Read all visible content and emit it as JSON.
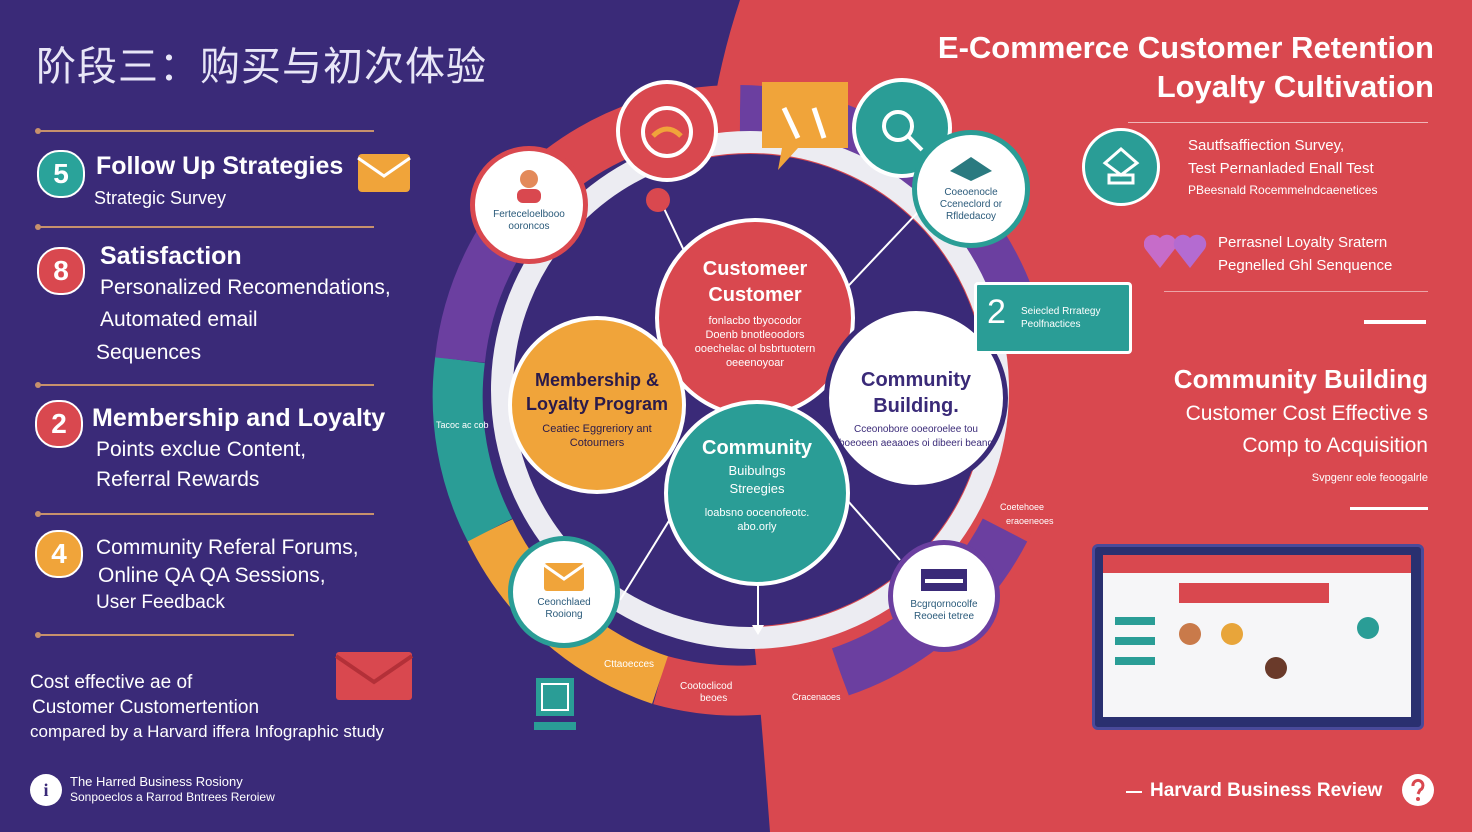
{
  "left_title": "阶段三：购买与初次体验",
  "left_items": [
    {
      "number": "5",
      "color": "#2aa39a",
      "heading": "Follow Up Strategies",
      "lines": [
        "Strategic Survey"
      ]
    },
    {
      "number": "8",
      "color": "#d9484f",
      "heading": "Satisfaction",
      "lines": [
        "Personalized Recomendations,",
        "Automated email",
        "Sequences"
      ]
    },
    {
      "number": "2",
      "color": "#d9484f",
      "heading": "Membership and Loyalty",
      "lines": [
        "Points exclue Content,",
        "Referral Rewards"
      ]
    },
    {
      "number": "4",
      "color": "#f0a43a",
      "heading": "",
      "lines": [
        "Community Referal Forums,",
        "Online QA QA Sessions,",
        "User Feedback"
      ]
    }
  ],
  "left_footer": [
    "Cost effective ae of",
    "Customer Customertention",
    "compared by a Harvard iffera Infographic study"
  ],
  "left_brand": [
    "The Harred Business Rosiony",
    "Sonpoeclos a Rarrod Bntrees Reroiew"
  ],
  "right_title": [
    "E-Commerce Customer Retention",
    "Loyalty Cultivation"
  ],
  "right_block1": [
    "Sautfsaffiection Survey,",
    "Test Pernanladed Enall Test",
    "PBeesnald Rocemmelndcaenetices"
  ],
  "right_block2": [
    "Perrasnel Loyalty Sratern",
    "Pegnelled Ghl Senquence"
  ],
  "right_callout": [
    "Seiecled Rrrategy",
    "Peolfnactices"
  ],
  "right_community": {
    "heading": "Community Building",
    "lines": [
      "Customer Cost Effective s",
      "Comp to Acquisition"
    ],
    "small": "Svpgenr eole feoogalrle"
  },
  "right_brand": "Harvard Business Review",
  "center": {
    "top": {
      "title": [
        "Customeer",
        "Customer"
      ],
      "lines": [
        "fonlacbo tbyocodor",
        "Doenb bnotleoodors",
        "ooechelac ol bsbrtuotern",
        "oeeenoyoar"
      ]
    },
    "left": {
      "title": [
        "Membership &",
        "Loyalty Program"
      ],
      "lines": [
        "Ceatiec Eggreriory ant",
        "Cotourners"
      ]
    },
    "right": {
      "title": [
        "Community",
        "Building."
      ],
      "lines": [
        "Cceonobore ooeoroelee tou",
        "boeoeen aeaaoes oi dibeeri beang"
      ]
    },
    "bottom": {
      "title": [
        "Community"
      ],
      "lines": [
        "Buibulngs",
        "Streegies",
        "loabsno oocenofeotc.",
        "abo.orly"
      ]
    }
  },
  "badges": {
    "top_left": [
      "Ferteceloelbooo",
      "ooroncos"
    ],
    "top_right": [
      "Coeoenocle",
      "Cceneclord or",
      "Rfldedacoy"
    ],
    "bottom_left": [
      "Ceonchlaed",
      "Rooiong"
    ],
    "bottom_right": [
      "Bcgrqornocolfe",
      "Reoeei tetree"
    ]
  },
  "wheel_labels": [
    "Tacoc ac cob",
    "Cttaoecces",
    "Cootoclicod",
    "beoes",
    "Cracenaoes",
    "Coetehoee",
    "eraoeneoes"
  ],
  "colors": {
    "purple": "#3a2a78",
    "red": "#d9484f",
    "teal": "#2a9d96",
    "orange": "#f0a43a"
  }
}
